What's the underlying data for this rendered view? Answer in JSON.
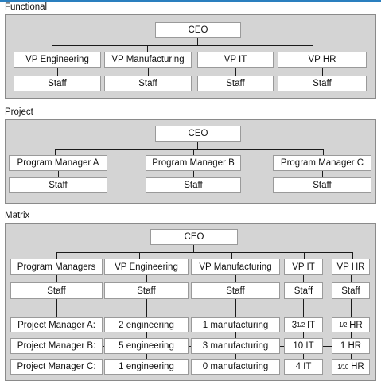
{
  "functional": {
    "title": "Functional",
    "ceo": "CEO",
    "columns": [
      "VP Engineering",
      "VP Manufacturing",
      "VP IT",
      "VP HR"
    ],
    "staff": "Staff"
  },
  "project": {
    "title": "Project",
    "ceo": "CEO",
    "columns": [
      "Program Manager A",
      "Program Manager B",
      "Program Manager C"
    ],
    "staff": "Staff"
  },
  "matrix": {
    "title": "Matrix",
    "ceo": "CEO",
    "columns": [
      "Program Managers",
      "VP Engineering",
      "VP Manufacturing",
      "VP IT",
      "VP HR"
    ],
    "staff": "Staff",
    "rows": [
      {
        "manager": "Project Manager A:",
        "engineering": "2 engineering",
        "manufacturing": "1 manufacturing",
        "it_whole": "3",
        "it_frac": "1/2",
        "it_unit": " IT",
        "hr_whole": "",
        "hr_frac": "1/2",
        "hr_unit": " HR"
      },
      {
        "manager": "Project Manager B:",
        "engineering": "5 engineering",
        "manufacturing": "3 manufacturing",
        "it_whole": "10",
        "it_frac": "",
        "it_unit": " IT",
        "hr_whole": "1",
        "hr_frac": "",
        "hr_unit": " HR"
      },
      {
        "manager": "Project Manager C:",
        "engineering": "1 engineering",
        "manufacturing": "0 manufacturing",
        "it_whole": "4",
        "it_frac": "",
        "it_unit": " IT",
        "hr_whole": "",
        "hr_frac": "1/10",
        "hr_unit": " HR"
      }
    ]
  }
}
